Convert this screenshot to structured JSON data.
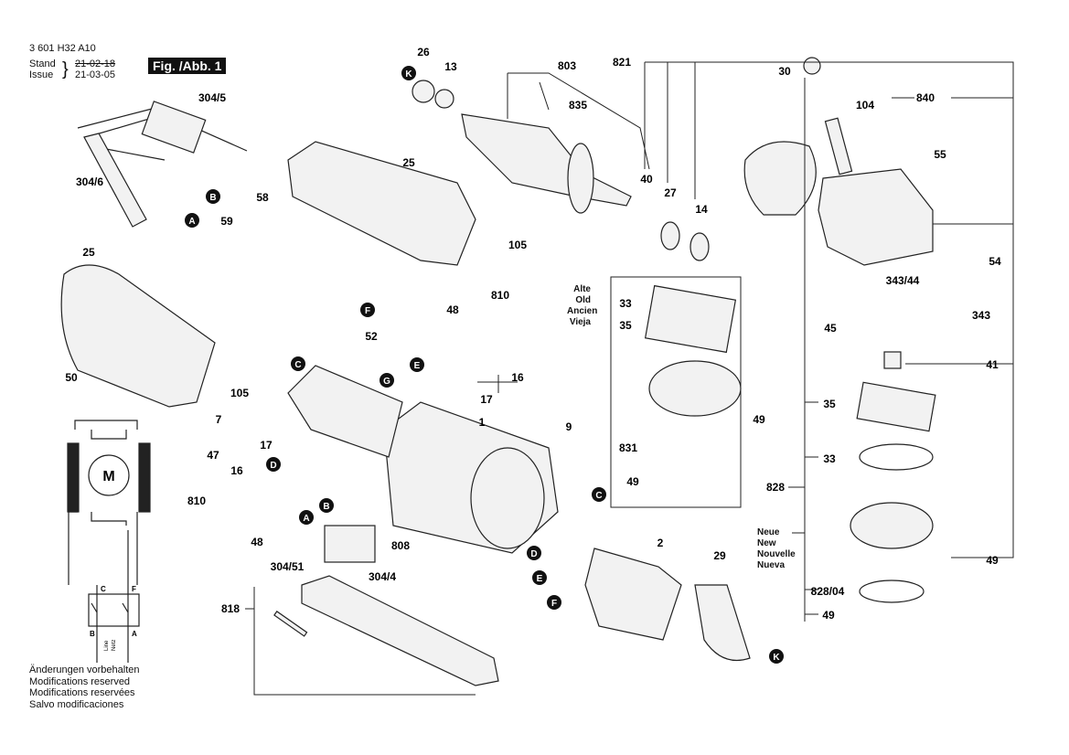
{
  "header": {
    "part_number": "3 601 H32 A10",
    "stand_label": "Stand",
    "issue_label": "Issue",
    "old_date": "21-02-18",
    "new_date": "21-03-05",
    "figure": "Fig. /Abb. 1"
  },
  "notes": [
    "Änderungen vorbehalten",
    "Modifications reserved",
    "Modifications reservées",
    "Salvo modificaciones"
  ],
  "old_group": [
    "Alte",
    "Old",
    "Ancien",
    "Vieja"
  ],
  "new_group": [
    "Neue",
    "New",
    "Nouvelle",
    "Nueva"
  ],
  "part_labels": [
    "26",
    "13",
    "803",
    "821",
    "30",
    "840",
    "104",
    "835",
    "304/5",
    "304/6",
    "25",
    "58",
    "59",
    "40",
    "27",
    "14",
    "55",
    "105",
    "25",
    "54",
    "343/44",
    "343",
    "45",
    "810",
    "48",
    "52",
    "16",
    "17",
    "9",
    "1",
    "41",
    "35",
    "33",
    "49",
    "831",
    "49",
    "828",
    "50",
    "105",
    "7",
    "47",
    "17",
    "16",
    "810",
    "48",
    "304/51",
    "304/4",
    "808",
    "2",
    "29",
    "818",
    "49",
    "828/04",
    "49",
    "33",
    "35"
  ],
  "connector_markers": [
    "K",
    "B",
    "A",
    "F",
    "C",
    "E",
    "G",
    "D",
    "B",
    "A",
    "C",
    "D",
    "E",
    "F",
    "K"
  ],
  "schematic": {
    "motor": "M",
    "terminals": [
      "C",
      "F",
      "B",
      "A"
    ],
    "line_labels": [
      "Line",
      "Netz"
    ]
  },
  "colors": {
    "line": "#222222",
    "marker": "#111111",
    "part_fill": "#f2f2f2"
  }
}
